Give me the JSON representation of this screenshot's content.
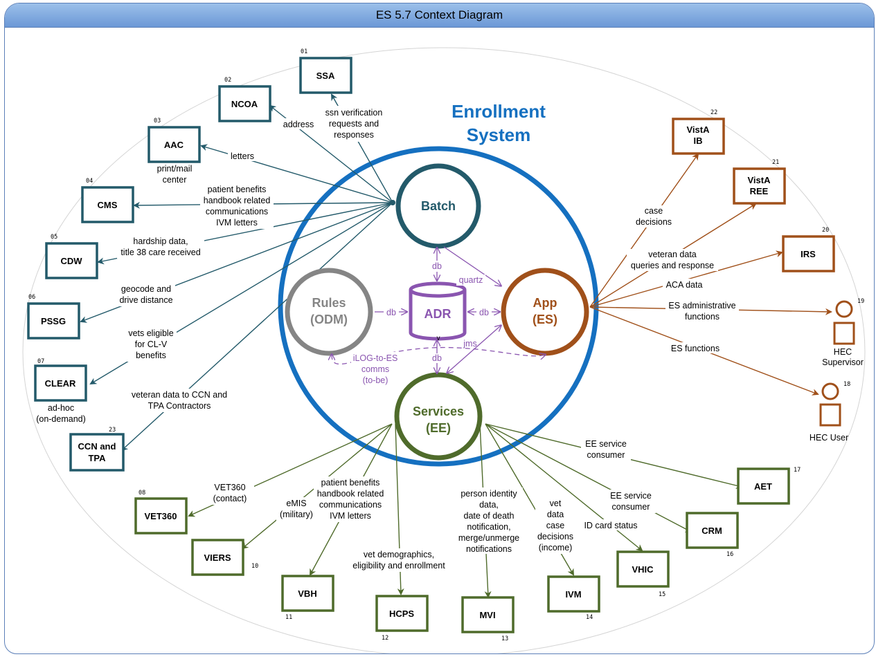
{
  "window": {
    "title": "ES 5.7 Context Diagram"
  },
  "system": {
    "title_line1": "Enrollment",
    "title_line2": "System"
  },
  "components": {
    "batch": "Batch",
    "rules_l1": "Rules",
    "rules_l2": "(ODM)",
    "adr": "ADR",
    "app_l1": "App",
    "app_l2": "(ES)",
    "services_l1": "Services",
    "services_l2": "(EE)"
  },
  "internal_labels": {
    "db_batch": "db",
    "quartz": "quartz",
    "db_rules": "db",
    "db_app": "db",
    "jms": "jms",
    "db_services": "db",
    "v": "v",
    "ilog_l1": "iLOG-to-ES",
    "ilog_l2": "comms",
    "ilog_l3": "(to-be)"
  },
  "externals": {
    "ssa": {
      "num": "01",
      "l1": "SSA"
    },
    "ncoa": {
      "num": "02",
      "l1": "NCOA"
    },
    "aac": {
      "num": "03",
      "l1": "AAC",
      "sub1": "print/mail",
      "sub2": "center"
    },
    "cms": {
      "num": "04",
      "l1": "CMS"
    },
    "cdw": {
      "num": "05",
      "l1": "CDW"
    },
    "pssg": {
      "num": "06",
      "l1": "PSSG"
    },
    "clear": {
      "num": "07",
      "l1": "CLEAR",
      "sub1": "ad-hoc",
      "sub2": "(on-demand)"
    },
    "ccn": {
      "num": "23",
      "l1": "CCN and",
      "l2": "TPA"
    },
    "vet360": {
      "num": "08",
      "l1": "VET360"
    },
    "viers": {
      "num": "10",
      "l1": "VIERS"
    },
    "vbh": {
      "num": "11",
      "l1": "VBH"
    },
    "hcps": {
      "num": "12",
      "l1": "HCPS"
    },
    "mvi": {
      "num": "13",
      "l1": "MVI"
    },
    "ivm": {
      "num": "14",
      "l1": "IVM"
    },
    "vhic": {
      "num": "15",
      "l1": "VHIC"
    },
    "crm": {
      "num": "16",
      "l1": "CRM"
    },
    "aet": {
      "num": "17",
      "l1": "AET"
    },
    "vista_ib": {
      "num": "22",
      "l1": "VistA",
      "l2": "IB"
    },
    "vista_ree": {
      "num": "21",
      "l1": "VistA",
      "l2": "REE"
    },
    "irs": {
      "num": "20",
      "l1": "IRS"
    },
    "hec_supervisor": {
      "num": "19",
      "l1": "HEC",
      "l2": "Supervisor"
    },
    "hec_user": {
      "num": "18",
      "l1": "HEC User"
    }
  },
  "flows": {
    "ssa": [
      "ssn verification",
      "requests and",
      "responses"
    ],
    "ncoa": [
      "address"
    ],
    "aac": [
      "letters"
    ],
    "cms": [
      "patient benefits",
      "handbook related",
      "communications",
      "IVM letters"
    ],
    "cdw": [
      "hardship data,",
      "title 38 care received"
    ],
    "pssg": [
      "geocode and",
      "drive distance"
    ],
    "clear": [
      "vets eligible",
      "for CL-V",
      "benefits"
    ],
    "ccn": [
      "veteran data to CCN and",
      "TPA Contractors"
    ],
    "vista_ib": [
      "case",
      "decisions"
    ],
    "vista_ree": [
      "veteran data",
      "queries and response"
    ],
    "irs": [
      "ACA data"
    ],
    "hec_supervisor": [
      "ES administrative",
      "functions"
    ],
    "hec_user": [
      "ES functions"
    ],
    "vet360": [
      "VET360",
      "(contact)"
    ],
    "viers": [
      "eMIS",
      "(military)"
    ],
    "vbh": [
      "patient benefits",
      "handbook related",
      "communications",
      "IVM letters"
    ],
    "hcps": [
      "vet demographics,",
      "eligibility and enrollment"
    ],
    "mvi": [
      "person identity",
      "data,",
      "date of death",
      "notification,",
      "merge/unmerge",
      "notifications"
    ],
    "ivm": [
      "vet",
      "data",
      "case",
      "decisions",
      "(income)"
    ],
    "vhic": [
      "ID card status"
    ],
    "crm": [
      "EE service",
      "consumer"
    ],
    "aet": [
      "EE service",
      "consumer"
    ]
  },
  "colors": {
    "teal": "#235a6a",
    "orange": "#a0501a",
    "green": "#4f6b2b",
    "gray": "#858585",
    "purple": "#8a55b0",
    "system_blue": "#1570c0",
    "title_bar": "#7aa2dc"
  }
}
